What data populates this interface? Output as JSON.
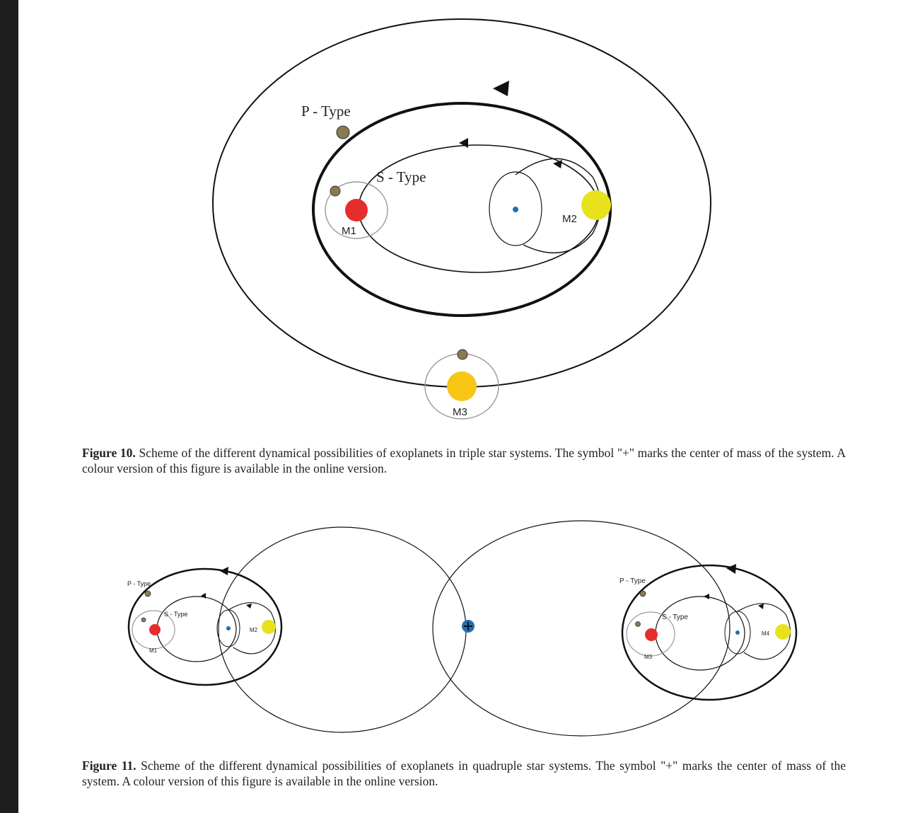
{
  "figure10": {
    "labels": {
      "p_type": "P - Type",
      "s_type": "S - Type",
      "m1": "M1",
      "m2": "M2",
      "m3": "M3"
    },
    "caption_label": "Figure 10.",
    "caption_text": "Scheme of the different dynamical possibilities of exoplanets in triple star systems. The symbol \"+\" marks the center of mass of the system. A colour version of this figure is available in the online version."
  },
  "figure11": {
    "labels": {
      "p_type_left": "P - Type",
      "s_type_left": "S - Type",
      "m1": "M1",
      "m2": "M2",
      "p_type_right": "P - Type",
      "s_type_right": "S - Type",
      "m3": "M3",
      "m4": "M4"
    },
    "caption_label": "Figure 11.",
    "caption_text": "Scheme of the different dynamical possibilities of exoplanets in quadruple star systems. The symbol \"+\" marks the center of mass of the system. A colour version of this figure is available in the online version."
  },
  "colors": {
    "star_red": "#e52d2d",
    "star_yellow": "#e8e21c",
    "star_orange": "#f7c514",
    "planet": "#8a7a50",
    "center_blue": "#1f6fb5"
  }
}
